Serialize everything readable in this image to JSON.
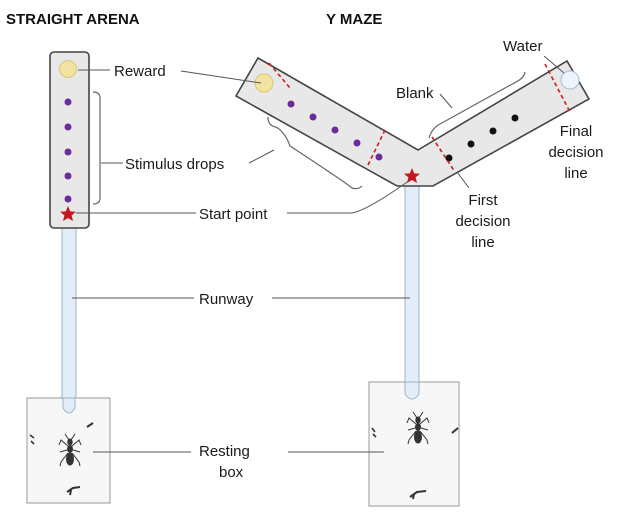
{
  "titles": {
    "straight_arena": "STRAIGHT ARENA",
    "y_maze": "Y MAZE"
  },
  "labels": {
    "reward": "Reward",
    "water": "Water",
    "blank": "Blank",
    "stimulus_drops": "Stimulus drops",
    "start_point": "Start point",
    "final_decision_line": [
      "Final",
      "decision",
      "line"
    ],
    "first_decision_line": [
      "First",
      "decision",
      "line"
    ],
    "runway": "Runway",
    "resting_box": [
      "Resting",
      "box"
    ]
  },
  "colors": {
    "stimulus_drop": "#6a2c9b",
    "blank_drop": "#111111",
    "reward_drop": "#f3e3a0",
    "water_drop": "#eef4fb",
    "start_star": "#c4161c",
    "decision_line": "#d01c1c",
    "arena_fill": "#e8e8e8",
    "runway_fill": "#e3edf7"
  },
  "icons": [
    "start-star-icon",
    "ant-icon",
    "reward-drop-icon",
    "water-drop-icon"
  ]
}
